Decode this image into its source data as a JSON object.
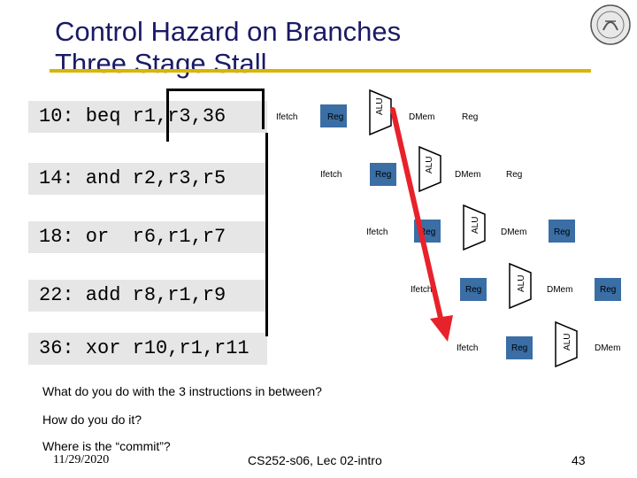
{
  "slide": {
    "title_line1": "Control Hazard on Branches",
    "title_line2": "Three Stage Stall",
    "instructions": [
      {
        "text": "10: beq r1,r3,36"
      },
      {
        "text": "14: and r2,r3,r5"
      },
      {
        "text": "18: or  r6,r1,r7"
      },
      {
        "text": "22: add r8,r1,r9"
      },
      {
        "text": "36: xor r10,r1,r11"
      }
    ],
    "stages": {
      "ifetch": "Ifetch",
      "reg": "Reg",
      "alu": "ALU",
      "dmem": "DMem"
    },
    "bullets": [
      "What do you do with the 3 instructions in between?",
      "How do you do it?",
      "Where is the “commit”?"
    ],
    "footer": {
      "date": "11/29/2020",
      "course": "CS252-s06, Lec 02-intro",
      "page": "43"
    },
    "colors": {
      "title": "#1a1a66",
      "rule": "#d9b400",
      "arrow": "#e8222a",
      "reg_fill": "#3a6ea5",
      "instr_bg": "#e6e6e6"
    }
  }
}
